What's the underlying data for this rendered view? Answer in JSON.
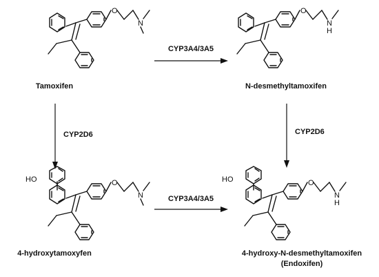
{
  "compounds": [
    {
      "id": "tamoxifen",
      "name": "Tamoxifen",
      "subname": "",
      "hydroxy": false,
      "amine": "NMe2"
    },
    {
      "id": "n-desmethyltamoxifen",
      "name": "N-desmethyltamoxifen",
      "subname": "",
      "hydroxy": false,
      "amine": "NHMe"
    },
    {
      "id": "4-hydroxytamoxyfen",
      "name": "4-hydroxytamoxyfen",
      "subname": "",
      "hydroxy": true,
      "amine": "NMe2"
    },
    {
      "id": "endoxifen",
      "name": "4-hydroxy-N-desmethyltamoxifen",
      "subname": "(Endoxifen)",
      "hydroxy": true,
      "amine": "NHMe"
    }
  ],
  "atom_labels": {
    "oxygen": "O",
    "nitrogen": "N",
    "amine_h": "H",
    "hydroxyl": "HO"
  },
  "reactions": [
    {
      "id": "top",
      "from": "tamoxifen",
      "to": "n-desmethyltamoxifen",
      "enzyme": "CYP3A4/3A5"
    },
    {
      "id": "left",
      "from": "tamoxifen",
      "to": "4-hydroxytamoxyfen",
      "enzyme": "CYP2D6"
    },
    {
      "id": "right",
      "from": "n-desmethyltamoxifen",
      "to": "endoxifen",
      "enzyme": "CYP2D6"
    },
    {
      "id": "bottom",
      "from": "4-hydroxytamoxyfen",
      "to": "endoxifen",
      "enzyme": "CYP3A4/3A5"
    }
  ]
}
